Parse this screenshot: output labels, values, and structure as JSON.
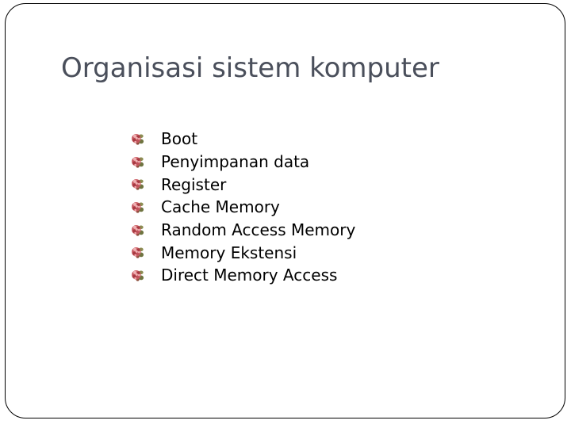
{
  "slide": {
    "title": "Organisasi sistem komputer",
    "bullet_icon": "rose-flower-bullet-icon",
    "bullet_items": [
      "Boot",
      "Penyimpanan data",
      "Register",
      "Cache Memory",
      "Random Access Memory",
      "Memory Ekstensi",
      "Direct Memory Access"
    ]
  },
  "colors": {
    "background": "#ffffff",
    "slide_border": "#000000",
    "title_text": "#4a4f5b",
    "body_text": "#000000",
    "bullet_pink": "#d06a70",
    "bullet_mid_red": "#c2525c",
    "bullet_dark_red": "#a83a42",
    "bullet_light_pink": "#efb0b2",
    "bullet_olive_green": "#6f7440",
    "bullet_olive_light": "#8c8c52",
    "bullet_brown": "#8a4a38"
  }
}
